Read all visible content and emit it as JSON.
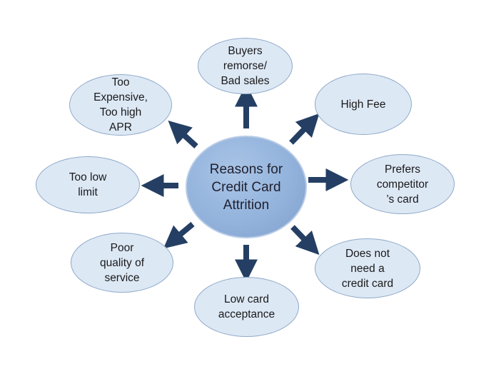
{
  "diagram": {
    "center": {
      "label": "Reasons for\nCredit Card\nAttrition"
    },
    "nodes": [
      {
        "id": "buyers-remorse",
        "label": "Buyers\nremorse/\nBad sales"
      },
      {
        "id": "high-fee",
        "label": "High Fee"
      },
      {
        "id": "prefers-competitor",
        "label": "Prefers\ncompetitor\n’s card"
      },
      {
        "id": "does-not-need",
        "label": "Does not\nneed a\ncredit card"
      },
      {
        "id": "low-acceptance",
        "label": "Low card\nacceptance"
      },
      {
        "id": "poor-service",
        "label": "Poor\nquality of\nservice"
      },
      {
        "id": "too-low-limit",
        "label": "Too low\nlimit"
      },
      {
        "id": "too-expensive",
        "label": "Too\nExpensive,\nToo high\nAPR"
      }
    ],
    "colors": {
      "node_fill": "#dde8f5",
      "node_border": "#8fa9c8",
      "center_fill": "#93b3dc",
      "arrow": "#243f63"
    }
  }
}
